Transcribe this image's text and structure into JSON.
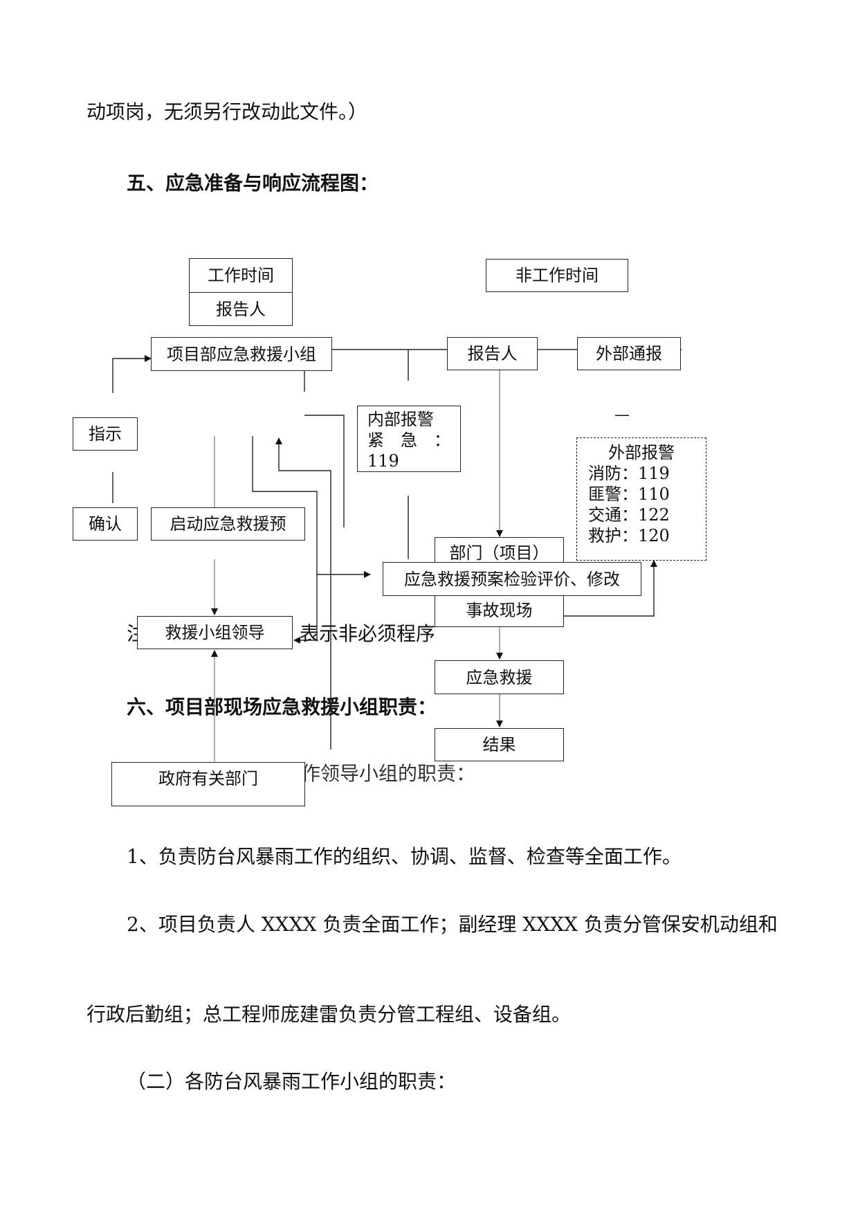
{
  "text": {
    "line_top": "动项岗，无须另行改动此文件。）",
    "heading5": "五、应急准备与响应流程图：",
    "note_prefix": "注",
    "note_suffix": "表示非必须程序",
    "heading6": "六、项目部现场应急救援小组职责：",
    "sub1_hidden": "（一）防台风暴雨工作领导小组的职责：",
    "para1": "1、负责防台风暴雨工作的组织、协调、监督、检查等全面工作。",
    "para2a": "2、项目负责人 XXXX 负责全面工作；副经理 XXXX 负责分管保安机动组和",
    "para2b": "行政后勤组；总工程师庞建雷负责分管工程组、设备组。",
    "sub2": "（二）各防台风暴雨工作小组的职责："
  },
  "flowchart": {
    "work_time": "工作时间",
    "reporter_left": "报告人",
    "project_team": "项目部应急救援小组",
    "non_work_time": "非工作时间",
    "reporter_right": "报告人",
    "external_notify": "外部通报",
    "instruct": "指示",
    "confirm": "确认",
    "start_plan": "启动应急救援预",
    "internal_alarm": [
      "内部报警",
      "紧　急　：",
      "119"
    ],
    "external_alarm": [
      "外部报警",
      "消防：119",
      "匪警：110",
      "交通：122",
      "救护：120"
    ],
    "dept": "部门（项目）",
    "plan_review": "应急救援预案检验评价、修改",
    "accident_site": "事故现场",
    "rescue_leader": "救援小组领导",
    "emergency_rescue": "应急救援",
    "result": "结果",
    "gov": "政府有关部门",
    "dash_mark": "—"
  }
}
